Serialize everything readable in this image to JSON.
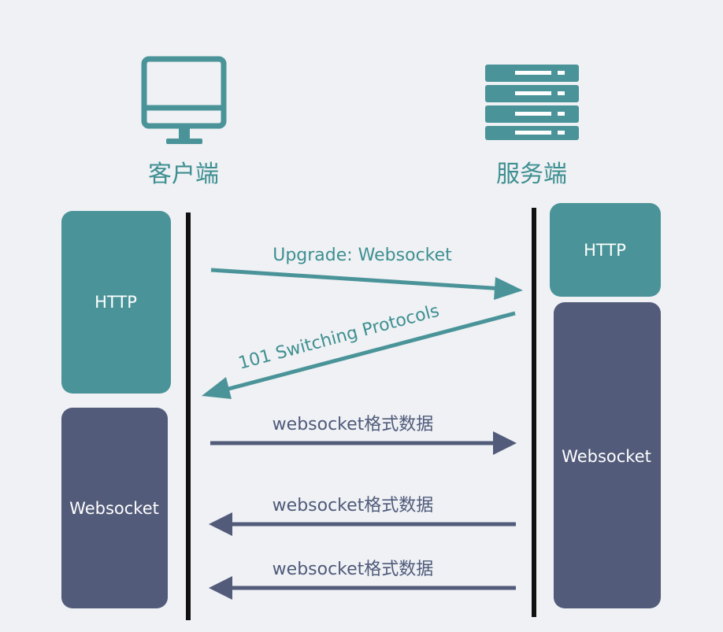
{
  "colors": {
    "background": "#eff1f4",
    "teal": "#4a9499",
    "teal_text": "#3e8f91",
    "slate": "#525b7a",
    "lifeline": "#111111",
    "box_text": "#ffffff"
  },
  "client": {
    "icon": "monitor-icon",
    "label": "客户端",
    "boxes": {
      "http": "HTTP",
      "websocket": "Websocket"
    }
  },
  "server": {
    "icon": "server-rack-icon",
    "label": "服务端",
    "boxes": {
      "http": "HTTP",
      "websocket": "Websocket"
    }
  },
  "messages": [
    {
      "label": "Upgrade: Websocket",
      "direction": "client-to-server",
      "color": "teal"
    },
    {
      "label": "101 Switching Protocols",
      "direction": "server-to-client",
      "color": "teal"
    },
    {
      "label": "websocket格式数据",
      "direction": "client-to-server",
      "color": "slate"
    },
    {
      "label": "websocket格式数据",
      "direction": "server-to-client",
      "color": "slate"
    },
    {
      "label": "websocket格式数据",
      "direction": "server-to-client",
      "color": "slate"
    }
  ]
}
